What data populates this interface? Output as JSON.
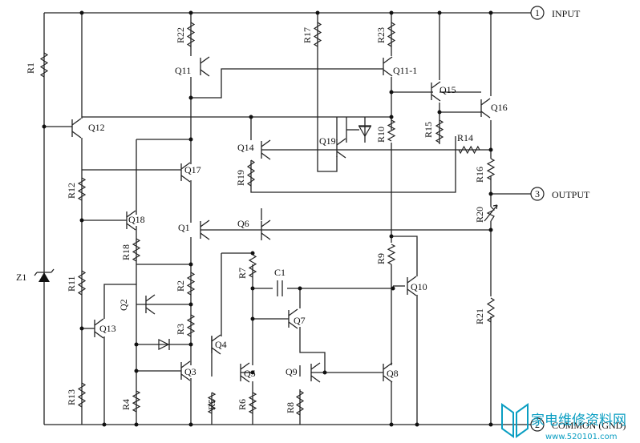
{
  "pins": {
    "input": {
      "num": "1",
      "label": "INPUT"
    },
    "output": {
      "num": "3",
      "label": "OUTPUT"
    },
    "common": {
      "num": "2",
      "label": "COMMON (GND)"
    }
  },
  "resistors": [
    "R1",
    "R22",
    "R17",
    "R23",
    "R15",
    "R10",
    "R14",
    "R19",
    "R16",
    "R12",
    "R18",
    "R20",
    "R2",
    "R9",
    "R7",
    "R11",
    "R3",
    "R21",
    "R4",
    "R5",
    "R6",
    "R8",
    "R13"
  ],
  "transistors": [
    "Q11",
    "Q11-1",
    "Q15",
    "Q16",
    "Q12",
    "Q14",
    "Q19",
    "Q17",
    "Q18",
    "Q1",
    "Q6",
    "Q10",
    "Q2",
    "Q7",
    "Q13",
    "Q4",
    "Q3",
    "Q5",
    "Q9",
    "Q8"
  ],
  "capacitors": [
    "C1"
  ],
  "zeners": [
    "Z1"
  ],
  "watermark": {
    "text": "家电维修资料网",
    "url": "www.520101.com"
  }
}
